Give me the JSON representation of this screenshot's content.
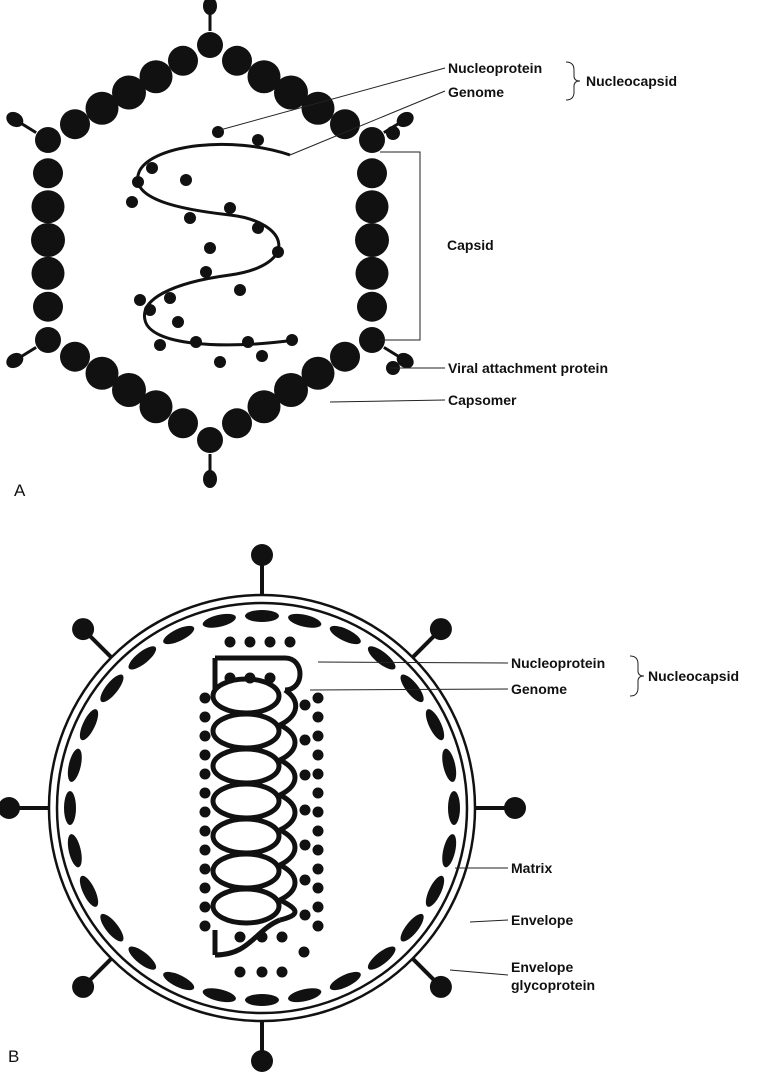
{
  "panel_a": {
    "letter": "A",
    "labels": {
      "nucleoprotein": "Nucleoprotein",
      "genome": "Genome",
      "nucleocapsid": "Nucleocapsid",
      "capsid": "Capsid",
      "viral_attachment_protein": "Viral attachment protein",
      "capsomer": "Capsomer"
    }
  },
  "panel_b": {
    "letter": "B",
    "labels": {
      "nucleoprotein": "Nucleoprotein",
      "genome": "Genome",
      "nucleocapsid": "Nucleocapsid",
      "matrix": "Matrix",
      "envelope": "Envelope",
      "envelope_glycoprotein_line1": "Envelope",
      "envelope_glycoprotein_line2": "glycoprotein"
    }
  },
  "colors": {
    "ink": "#111111",
    "background": "#ffffff"
  }
}
